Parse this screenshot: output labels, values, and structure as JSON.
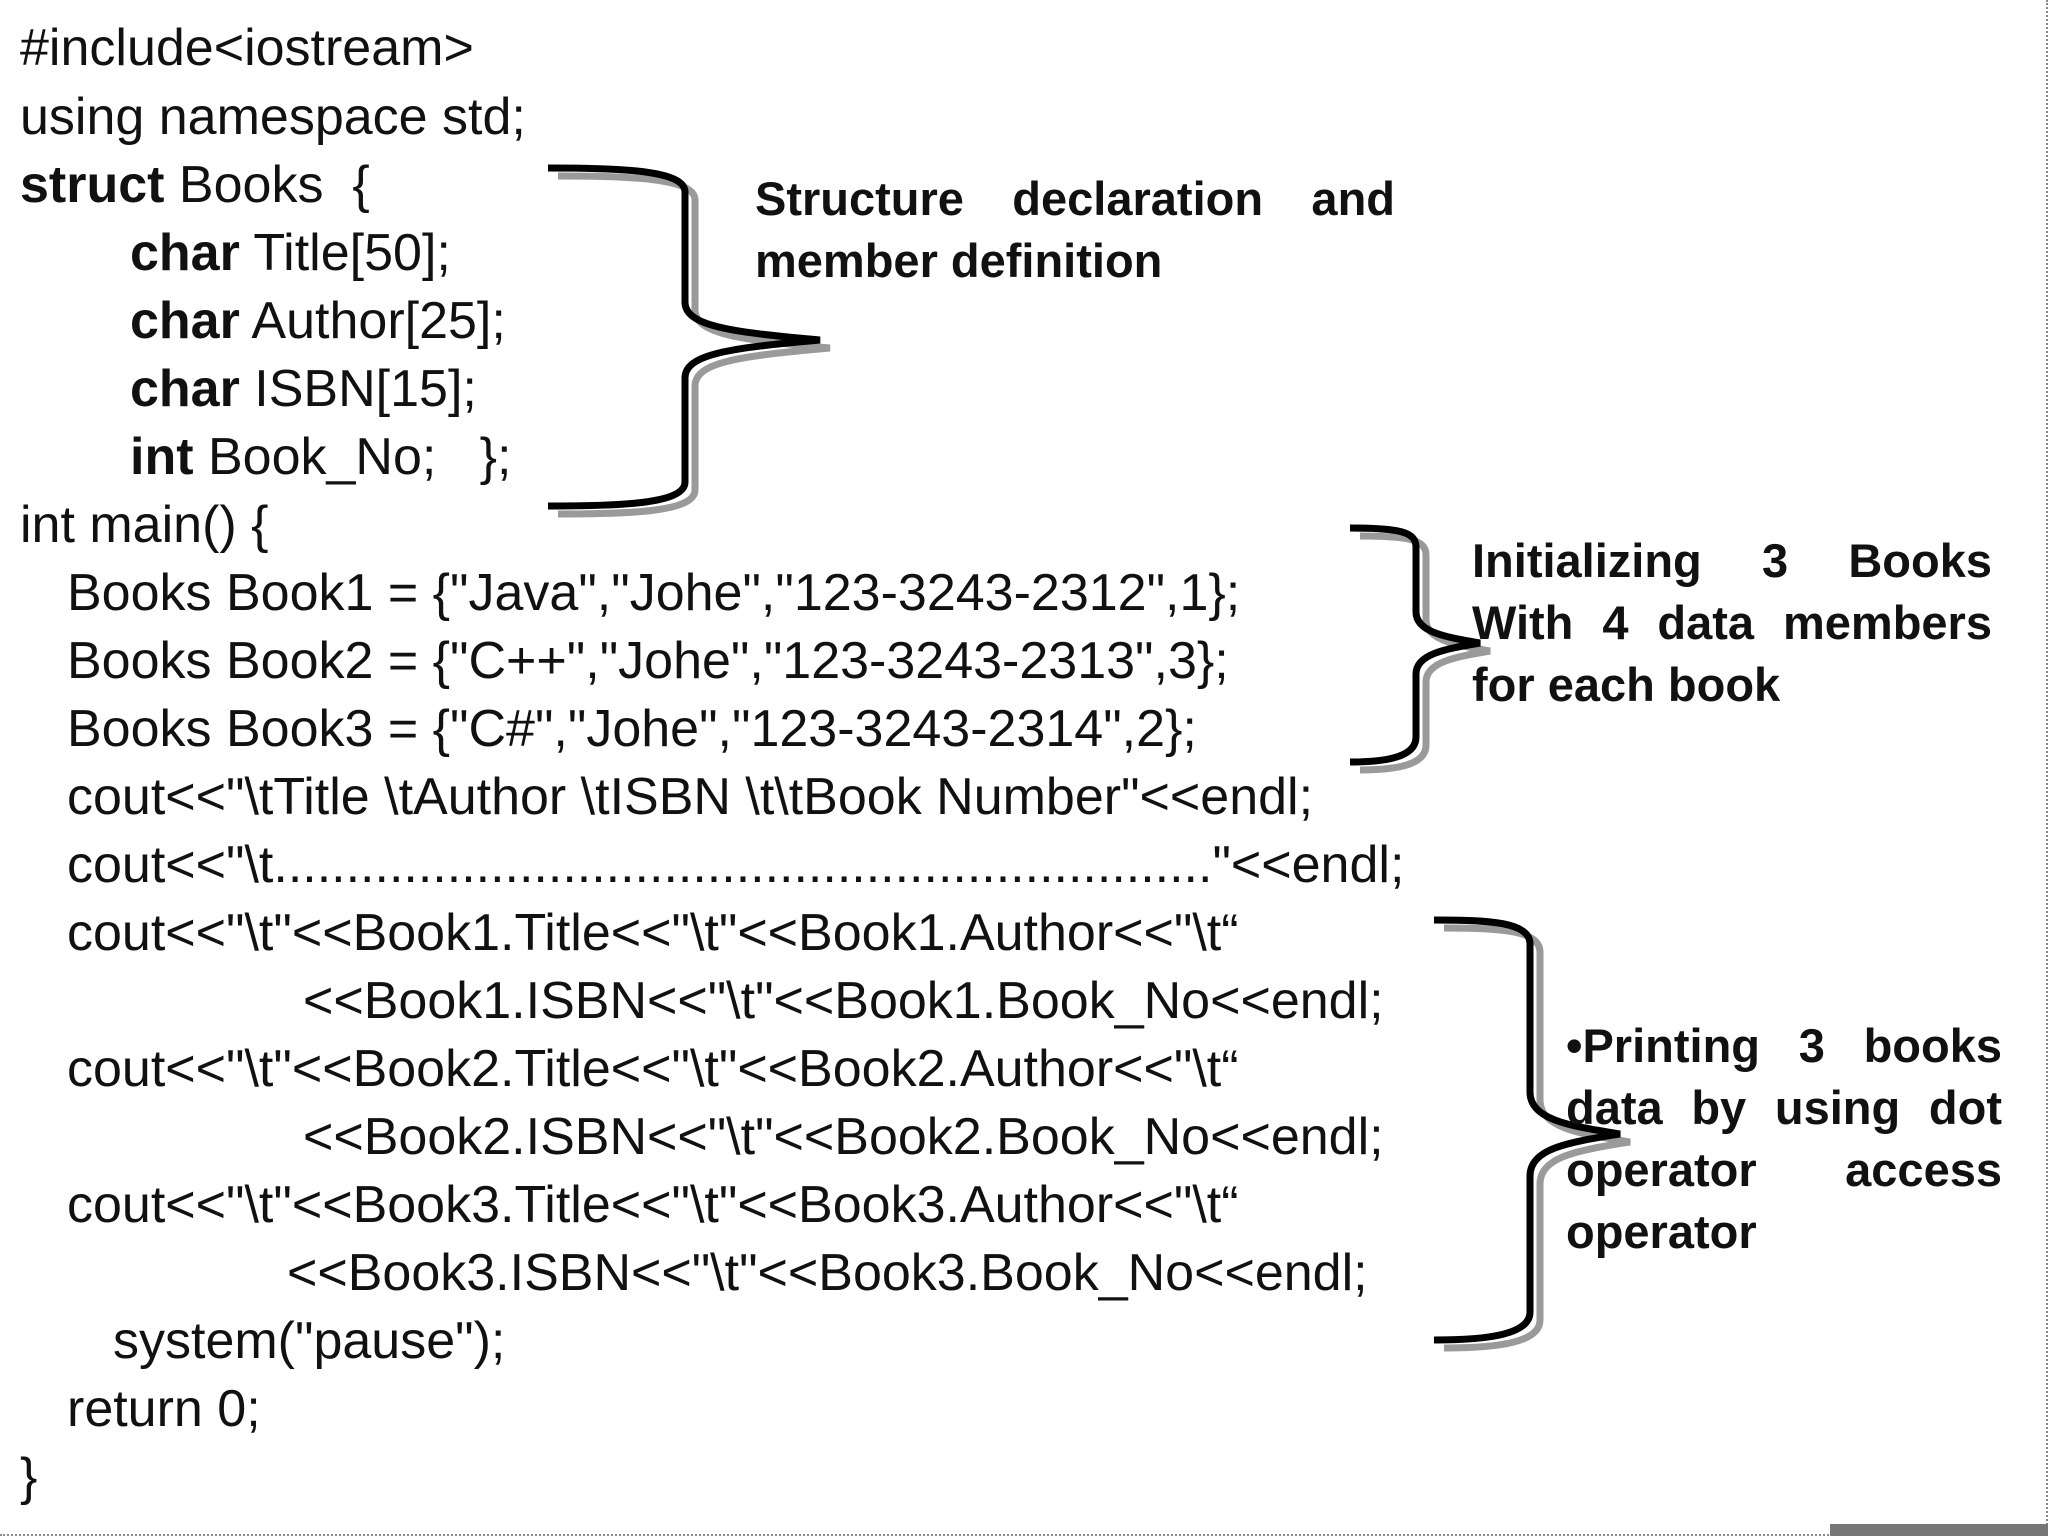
{
  "code": {
    "l1": "#include<iostream>",
    "l2": "using namespace std;",
    "l3_kw": "struct",
    "l3_rest": " Books  {",
    "l4_kw": "char",
    "l4_rest": " Title[50];",
    "l5_kw": "char",
    "l5_rest": " Author[25];",
    "l6_kw": "char",
    "l6_rest": " ISBN[15];",
    "l7_kw": "int",
    "l7_rest": " Book_No;   };",
    "l8": "int main() {",
    "l9": "Books Book1 = {\"Java\",\"Johe\",\"123-3243-2312\",1};",
    "l10": "Books Book2 = {\"C++\",\"Johe\",\"123-3243-2313\",3};",
    "l11": "Books Book3 = {\"C#\",\"Johe\",\"123-3243-2314\",2};",
    "l12": "cout<<\"\\tTitle \\tAuthor \\tISBN \\t\\tBook Number\"<<endl;",
    "l13": "cout<<\"\\t.................................................................\"<<endl;",
    "l14": "cout<<\"\\t\"<<Book1.Title<<\"\\t\"<<Book1.Author<<\"\\t“",
    "l15": "<<Book1.ISBN<<\"\\t\"<<Book1.Book_No<<endl;",
    "l16": "cout<<\"\\t\"<<Book2.Title<<\"\\t\"<<Book2.Author<<\"\\t“",
    "l17": "<<Book2.ISBN<<\"\\t\"<<Book2.Book_No<<endl;",
    "l18": "cout<<\"\\t\"<<Book3.Title<<\"\\t\"<<Book3.Author<<\"\\t“",
    "l19": "<<Book3.ISBN<<\"\\t\"<<Book3.Book_No<<endl;",
    "l20": "system(\"pause\");",
    "l21": "return 0;",
    "l22": "}"
  },
  "annotations": {
    "structure": [
      "Structure  declaration  and",
      "member definition"
    ],
    "initializing": [
      "Initializing   3   Books",
      "With 4 data members",
      "for each book"
    ],
    "printing": [
      "•Printing  3  books",
      "data by using dot",
      "operator    access",
      "operator"
    ]
  },
  "colors": {
    "text": "#111111",
    "brace": "#000000",
    "brace_shadow": "#9a9a9a"
  }
}
